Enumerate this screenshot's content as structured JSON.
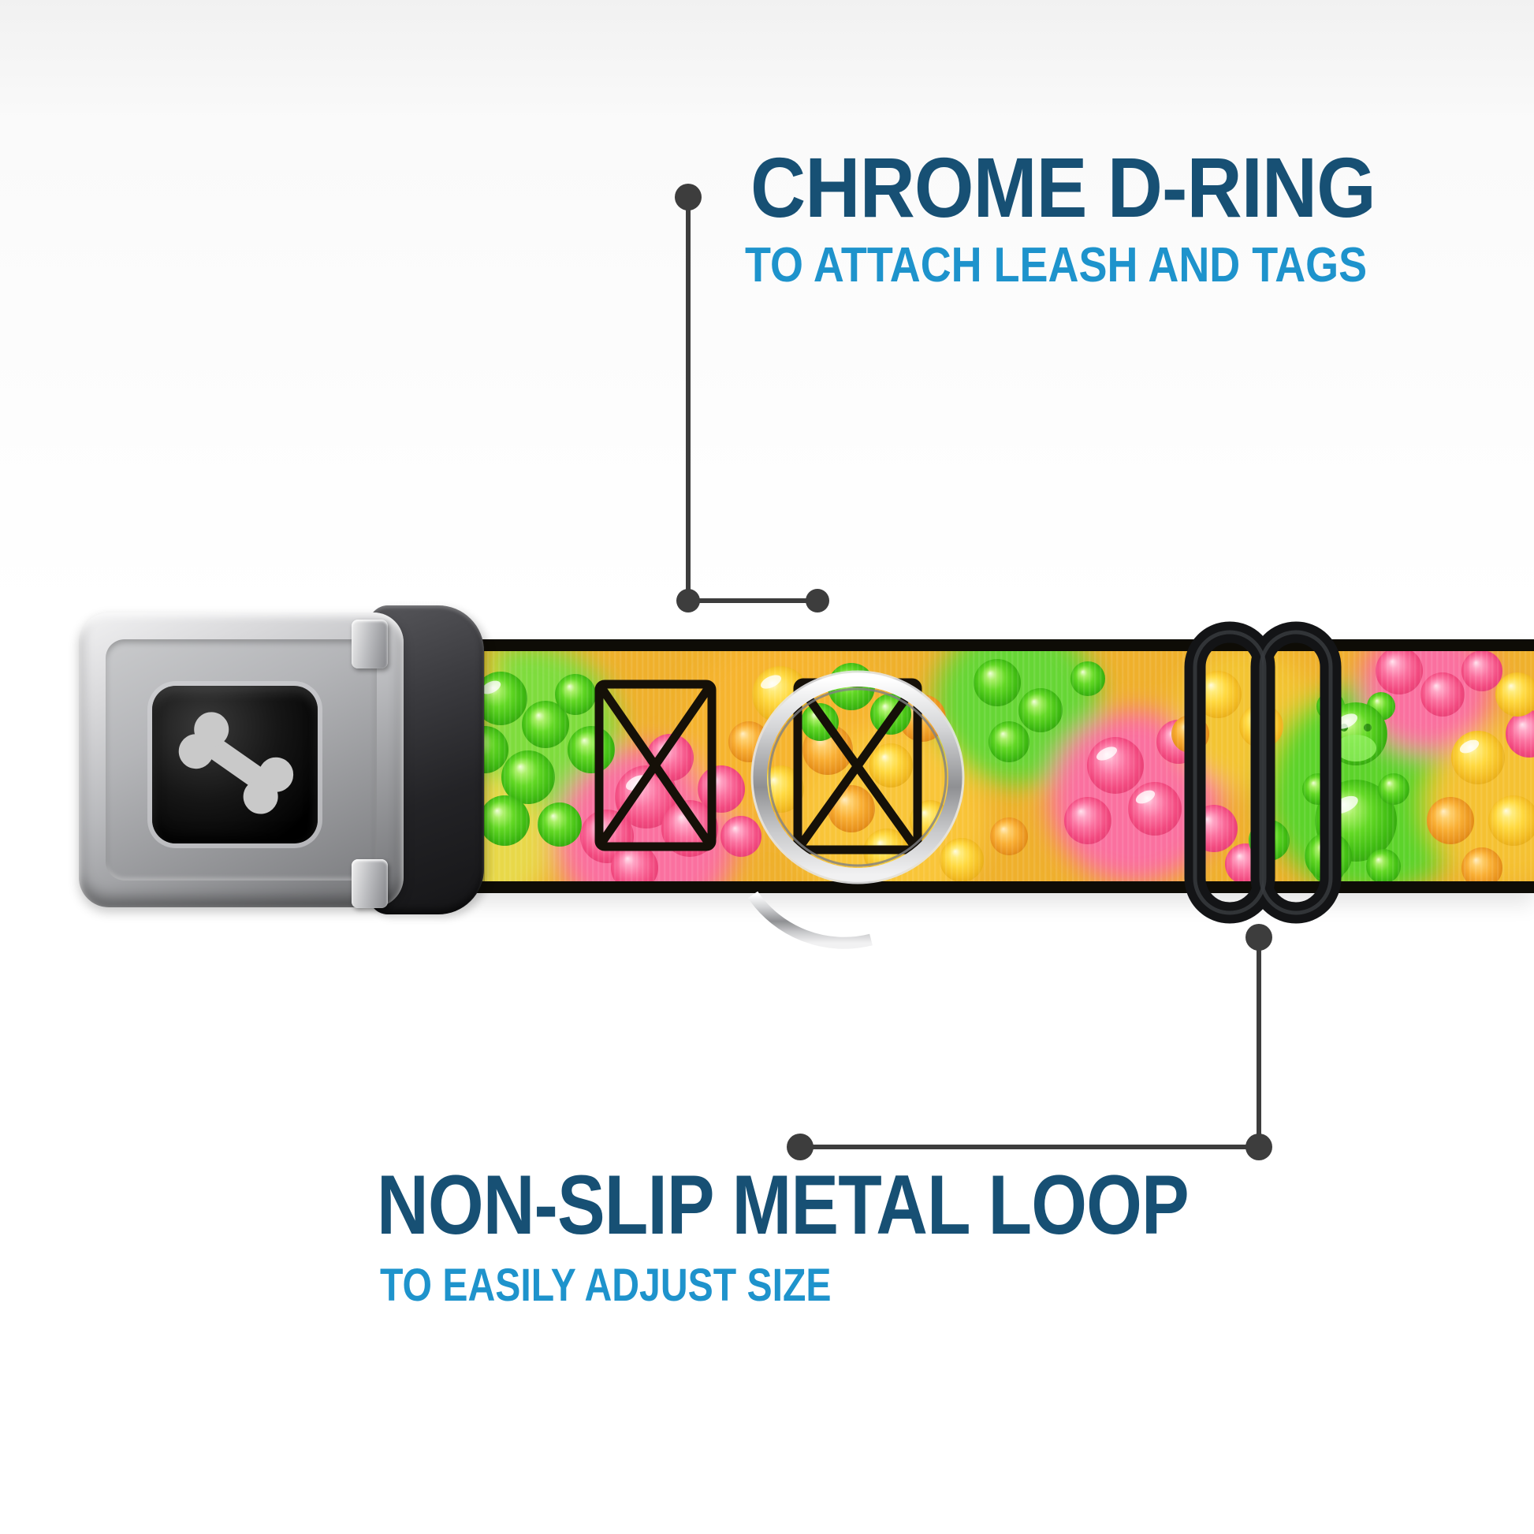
{
  "callout_top": {
    "title": "CHROME D-RING",
    "subtitle": "TO ATTACH LEASH AND TAGS"
  },
  "callout_bottom": {
    "title": "NON-SLIP METAL LOOP",
    "subtitle": "TO EASILY ADJUST SIZE"
  },
  "colors": {
    "callout_title": "#175074",
    "callout_subtitle": "#1e93cc",
    "connector_line": "#3d3d3d",
    "collar_edge": "#0e0c06",
    "buckle_silver": "#c0c1c4",
    "tri_glide_black": "#131416"
  },
  "icons": {
    "buckle_center": "dog-bone-icon",
    "hardware_middle": "d-ring",
    "hardware_right": "tri-glide-loop"
  }
}
